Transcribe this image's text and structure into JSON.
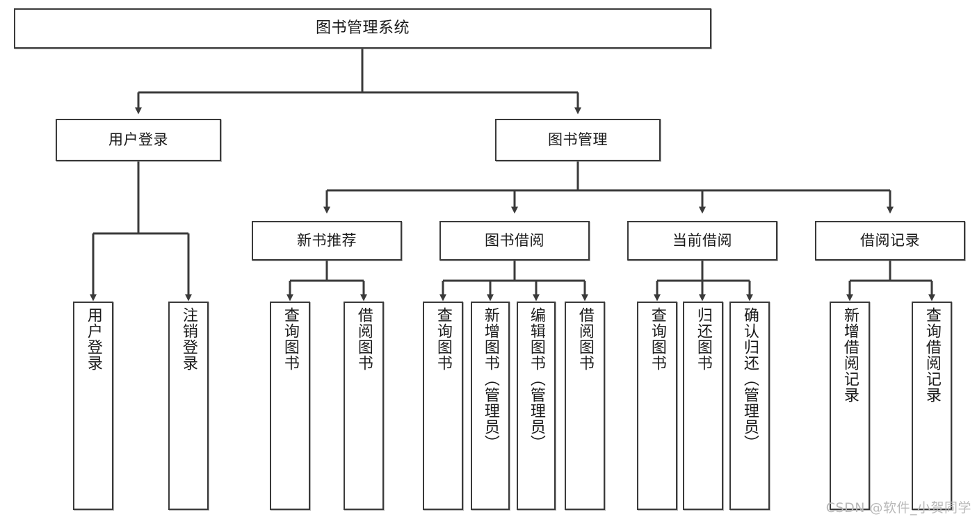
{
  "diagram": {
    "title": "图书管理系统",
    "watermark": "CSDN @软件_小贺同学",
    "stroke_color": "#3a3a3a",
    "background_color": "#ffffff",
    "text_color": "#1a1a1a",
    "watermark_color": "#b9b9b9"
  },
  "nodes": {
    "root": {
      "label": "图书管理系统"
    },
    "level2": [
      {
        "id": "user-login",
        "label": "用户登录"
      },
      {
        "id": "book-manage",
        "label": "图书管理"
      }
    ],
    "level3": [
      {
        "id": "new-book-recommend",
        "label": "新书推荐"
      },
      {
        "id": "book-borrow",
        "label": "图书借阅"
      },
      {
        "id": "current-borrow",
        "label": "当前借阅"
      },
      {
        "id": "borrow-record",
        "label": "借阅记录"
      }
    ],
    "leaves": {
      "user_login": [
        {
          "id": "leaf-user-login",
          "label": "用户登录"
        },
        {
          "id": "leaf-logout-login",
          "label": "注销登录"
        }
      ],
      "new_book_recommend": [
        {
          "id": "leaf-query-book-1",
          "label": "查询图书"
        },
        {
          "id": "leaf-borrow-book-1",
          "label": "借阅图书"
        }
      ],
      "book_borrow": [
        {
          "id": "leaf-query-book-2",
          "label": "查询图书"
        },
        {
          "id": "leaf-add-book",
          "label": "新增图书（管理员）"
        },
        {
          "id": "leaf-edit-book",
          "label": "编辑图书（管理员）"
        },
        {
          "id": "leaf-borrow-book-2",
          "label": "借阅图书"
        }
      ],
      "current_borrow": [
        {
          "id": "leaf-query-book-3",
          "label": "查询图书"
        },
        {
          "id": "leaf-return-book",
          "label": "归还图书"
        },
        {
          "id": "leaf-confirm-return",
          "label": "确认归还（管理员）"
        }
      ],
      "borrow_record": [
        {
          "id": "leaf-add-borrow-record",
          "label": "新增借阅记录"
        },
        {
          "id": "leaf-query-borrow-record",
          "label": "查询借阅记录"
        }
      ]
    }
  }
}
